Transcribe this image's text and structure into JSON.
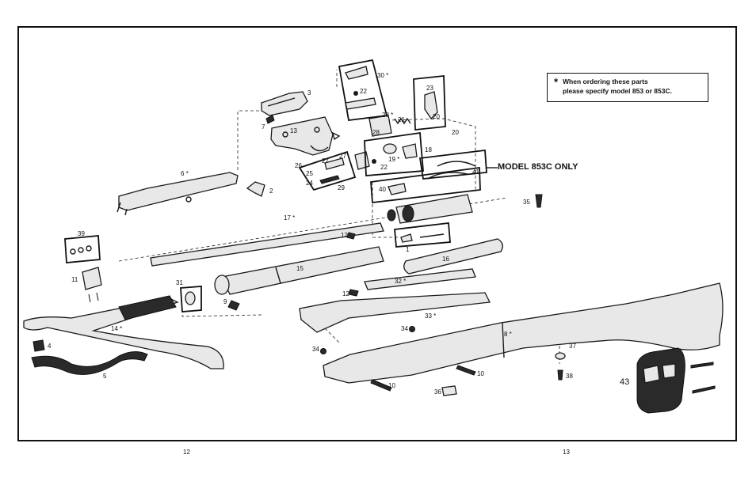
{
  "note": {
    "star": "*",
    "line1": "When ordering these parts",
    "line2": "please specify model 853 or 853C."
  },
  "model_label": "MODEL 853C ONLY",
  "page_numbers": {
    "left": "12",
    "right": "13"
  },
  "callouts": {
    "p1": "1",
    "p2": "2",
    "p3": "3",
    "p4": "4",
    "p5": "5",
    "p6": "6 *",
    "p7": "7",
    "p8": "8 *",
    "p9": "9",
    "p10a": "10",
    "p10b": "10",
    "p11": "11",
    "p12a": "12",
    "p12b": "12",
    "p13": "13",
    "p14": "14 *",
    "p15": "15",
    "p16": "16",
    "p17": "17 *",
    "p18": "18",
    "p19": "19 *",
    "p20a": "20",
    "p20b": "20",
    "p21": "21",
    "p22a": "22",
    "p22b": "22",
    "p23": "23",
    "p24": "24",
    "p25": "25",
    "p26": "26",
    "p27a": "27",
    "p27b": "27",
    "p28a": "28 *",
    "p28b": "28",
    "p29": "29",
    "p30": "30 *",
    "p31": "31",
    "p32": "32 *",
    "p33": "33 *",
    "p34a": "34",
    "p34b": "34",
    "p35": "35",
    "p36": "36",
    "p37": "37",
    "p38": "38",
    "p39": "39",
    "p40": "40",
    "p41": "41",
    "p43": "43"
  }
}
